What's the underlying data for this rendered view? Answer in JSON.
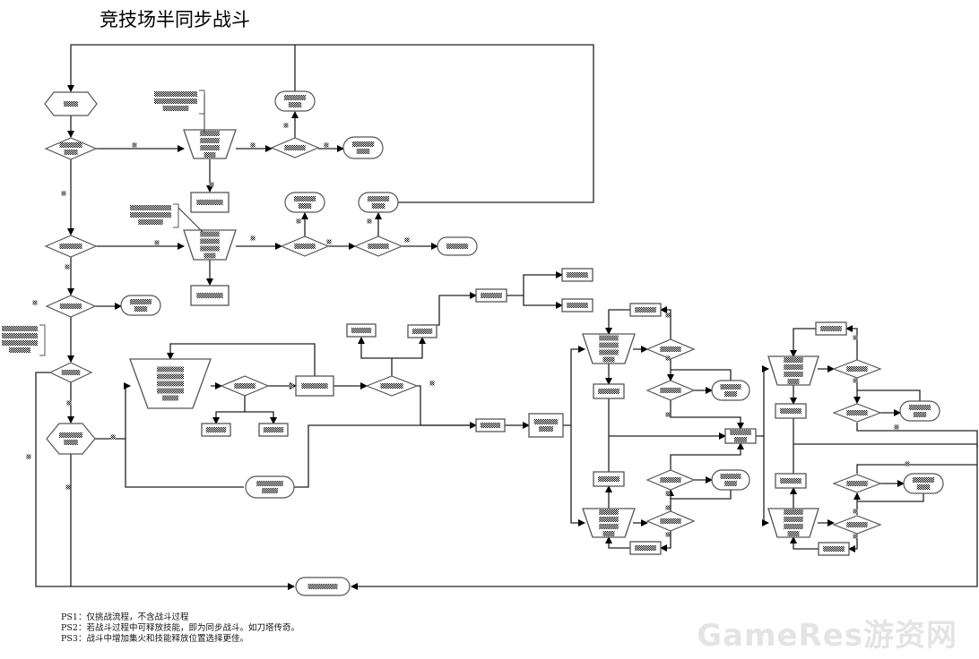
{
  "title": "竞技场半同步战斗",
  "notes": [
    "PS1：仅挑战流程，不含战斗过程",
    "PS2：若战斗过程中可释放技能，即为同步战斗。如刀塔传奇。",
    "PS3：战斗中增加集火和技能释放位置选择更佳。"
  ],
  "watermark": "GameRes游资网",
  "colors": {
    "line": "#000000",
    "shape_stroke": "#555555",
    "background": "#ffffff"
  }
}
